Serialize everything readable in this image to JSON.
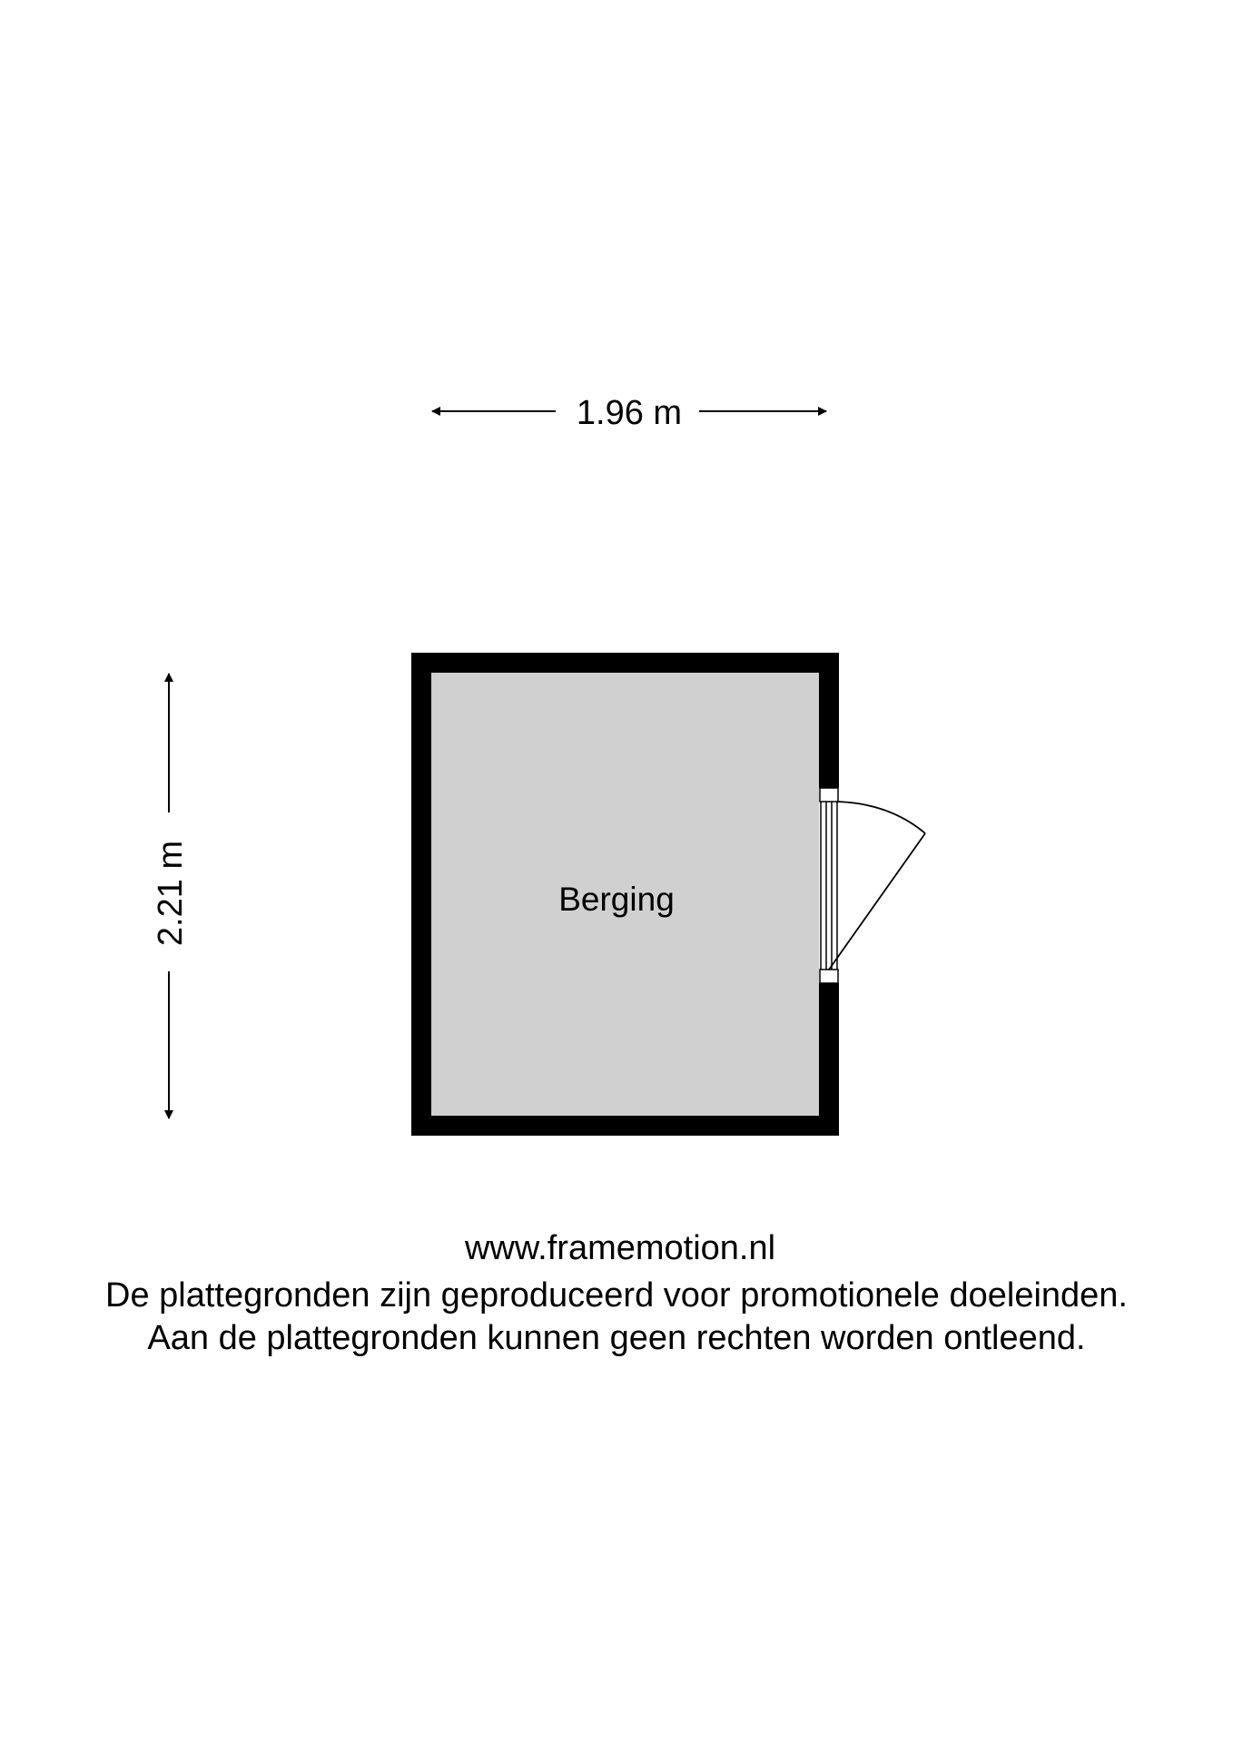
{
  "floorplan": {
    "room_label": "Berging",
    "width_dimension": "1.96 m",
    "height_dimension": "2.21 m",
    "room_fill": "#d0d0d0",
    "wall_color": "#000000"
  },
  "footer": {
    "website": "www.framemotion.nl",
    "disclaimer_1": "De plattegronden zijn geproduceerd voor promotionele doeleinden.",
    "disclaimer_2": "Aan de plattegronden kunnen geen rechten worden ontleend."
  }
}
